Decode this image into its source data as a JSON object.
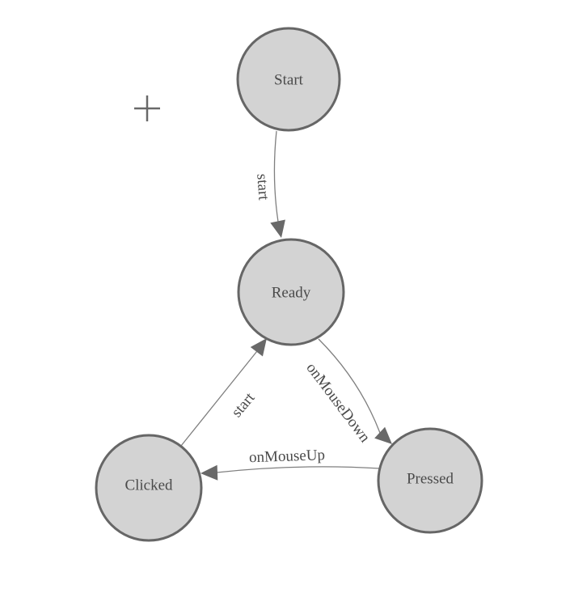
{
  "diagram_type": "state-machine",
  "colors": {
    "background": "#ffffff",
    "node_fill": "#d3d3d3",
    "node_stroke": "#666666",
    "edge_line": "#7f7f7f",
    "arrowhead": "#696969",
    "text": "#4a4a4a"
  },
  "cursor": {
    "type": "crosshair"
  },
  "nodes": [
    {
      "id": "start",
      "label": "Start"
    },
    {
      "id": "ready",
      "label": "Ready"
    },
    {
      "id": "clicked",
      "label": "Clicked"
    },
    {
      "id": "pressed",
      "label": "Pressed"
    }
  ],
  "edges": [
    {
      "from": "Start",
      "to": "Ready",
      "label": "start"
    },
    {
      "from": "Clicked",
      "to": "Ready",
      "label": "start"
    },
    {
      "from": "Ready",
      "to": "Pressed",
      "label": "onMouseDown"
    },
    {
      "from": "Pressed",
      "to": "Clicked",
      "label": "onMouseUp"
    }
  ]
}
